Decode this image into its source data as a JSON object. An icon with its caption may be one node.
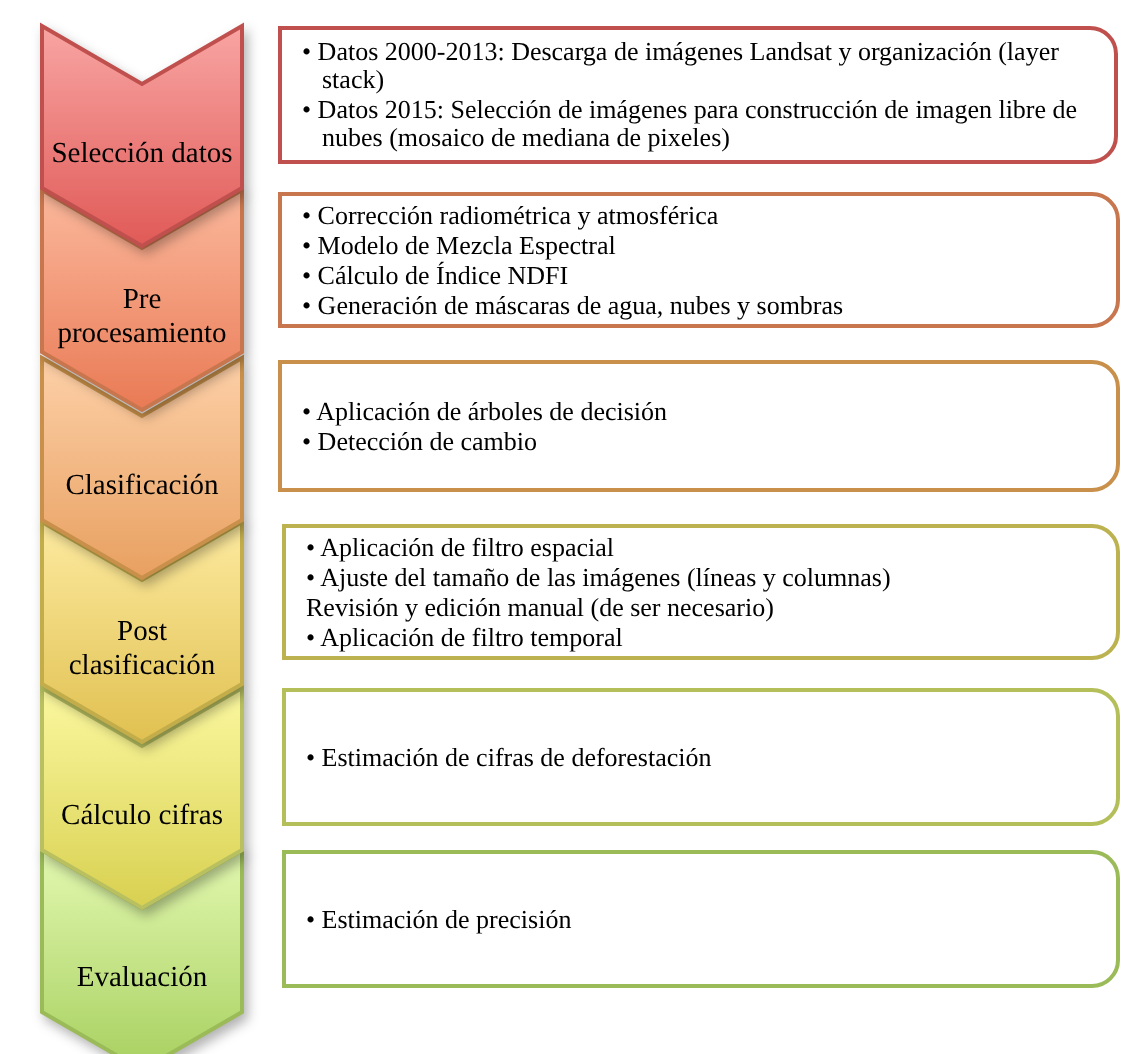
{
  "diagram": {
    "nodes": [
      {
        "text": [
          "Selección datos"
        ]
      },
      {
        "text": [
          "• Datos 2000-2013: Descarga de imágenes Landsat y organización (layer stack)",
          "• Datos 2015: Selección de imágenes para construcción de imagen libre de nubes (mosaico de mediana de pixeles)"
        ]
      },
      {
        "text": [
          "Pre procesamiento"
        ]
      },
      {
        "text": [
          "• Corrección radiométrica y atmosférica",
          "• Modelo de Mezcla Espectral",
          "• Cálculo de Índice NDFI",
          "• Generación de máscaras de agua, nubes y sombras"
        ]
      },
      {
        "text": [
          "Clasificación"
        ]
      },
      {
        "text": [
          "• Aplicación de árboles de decisión",
          "• Detección de cambio"
        ]
      },
      {
        "text": [
          "Post clasificación"
        ]
      },
      {
        "text": [
          "• Aplicación de filtro espacial",
          "• Ajuste del tamaño de las imágenes (líneas y columnas)",
          "Revisión y edición manual (de ser necesario)",
          "• Aplicación de filtro temporal"
        ]
      },
      {
        "text": [
          "Cálculo cifras"
        ]
      },
      {
        "text": [
          "• Estimación de cifras de deforestación"
        ]
      },
      {
        "text": [
          "Evaluación"
        ]
      },
      {
        "text": [
          "• Estimación de precisión"
        ]
      }
    ]
  }
}
